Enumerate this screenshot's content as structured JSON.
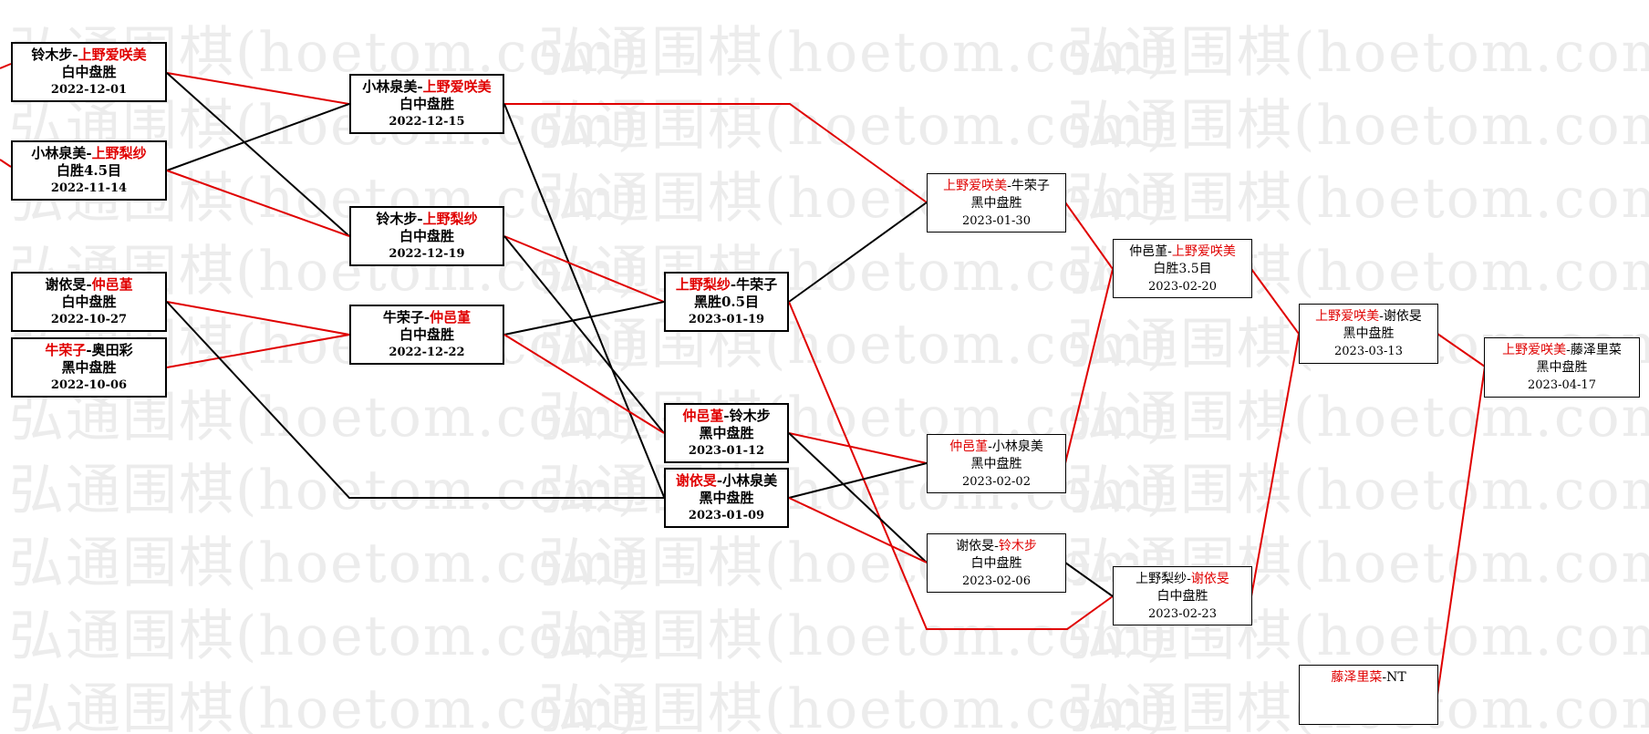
{
  "watermark_text": "弘通围棋(hoetom.com)",
  "colors": {
    "win": "#e00000",
    "loss": "#000000"
  },
  "games": [
    {
      "id": "g1",
      "left": "铃木步",
      "right": "上野爱咲美",
      "winner": "right",
      "result": "白中盘胜",
      "date": "2022-12-01"
    },
    {
      "id": "g2",
      "left": "小林泉美",
      "right": "上野梨纱",
      "winner": "right",
      "result": "白胜4.5目",
      "date": "2022-11-14"
    },
    {
      "id": "g3",
      "left": "谢依旻",
      "right": "仲邑堇",
      "winner": "right",
      "result": "白中盘胜",
      "date": "2022-10-27"
    },
    {
      "id": "g4",
      "left": "牛荣子",
      "right": "奥田彩",
      "winner": "left",
      "result": "黑中盘胜",
      "date": "2022-10-06"
    },
    {
      "id": "g5",
      "left": "小林泉美",
      "right": "上野爱咲美",
      "winner": "right",
      "result": "白中盘胜",
      "date": "2022-12-15"
    },
    {
      "id": "g6",
      "left": "铃木步",
      "right": "上野梨纱",
      "winner": "right",
      "result": "白中盘胜",
      "date": "2022-12-19"
    },
    {
      "id": "g7",
      "left": "牛荣子",
      "right": "仲邑堇",
      "winner": "right",
      "result": "白中盘胜",
      "date": "2022-12-22"
    },
    {
      "id": "g8",
      "left": "上野梨纱",
      "right": "牛荣子",
      "winner": "left",
      "result": "黑胜0.5目",
      "date": "2023-01-19"
    },
    {
      "id": "g9",
      "left": "仲邑堇",
      "right": "铃木步",
      "winner": "left",
      "result": "黑中盘胜",
      "date": "2023-01-12"
    },
    {
      "id": "g10",
      "left": "谢依旻",
      "right": "小林泉美",
      "winner": "left",
      "result": "黑中盘胜",
      "date": "2023-01-09"
    },
    {
      "id": "g11",
      "left": "上野爱咲美",
      "right": "牛荣子",
      "winner": "left",
      "result": "黑中盘胜",
      "date": "2023-01-30"
    },
    {
      "id": "g12",
      "left": "仲邑堇",
      "right": "小林泉美",
      "winner": "left",
      "result": "黑中盘胜",
      "date": "2023-02-02"
    },
    {
      "id": "g13",
      "left": "谢依旻",
      "right": "铃木步",
      "winner": "right",
      "result": "白中盘胜",
      "date": "2023-02-06"
    },
    {
      "id": "g14",
      "left": "仲邑堇",
      "right": "上野爱咲美",
      "winner": "right",
      "result": "白胜3.5目",
      "date": "2023-02-20"
    },
    {
      "id": "g15",
      "left": "上野梨纱",
      "right": "谢依旻",
      "winner": "right",
      "result": "白中盘胜",
      "date": "2023-02-23"
    },
    {
      "id": "g16",
      "left": "上野爱咲美",
      "right": "谢依旻",
      "winner": "left",
      "result": "黑中盘胜",
      "date": "2023-03-13"
    },
    {
      "id": "g17",
      "left": "上野爱咲美",
      "right": "藤泽里菜",
      "winner": "left",
      "result": "黑中盘胜",
      "date": "2023-04-17"
    },
    {
      "id": "g18",
      "left": "藤泽里菜",
      "right": "NT",
      "winner": "left",
      "result": "",
      "date": ""
    }
  ]
}
